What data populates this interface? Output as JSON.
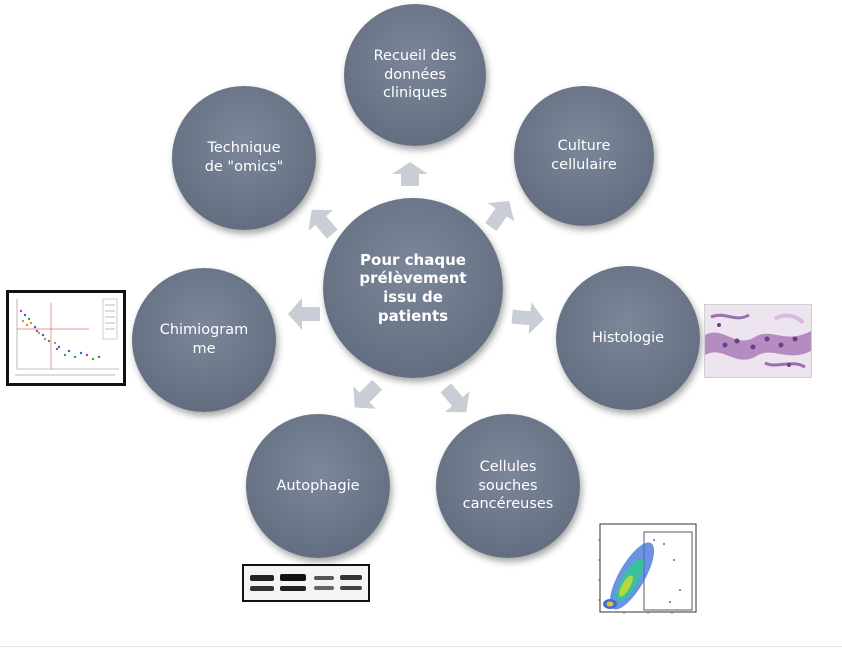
{
  "diagram": {
    "center": {
      "label": "Pour chaque\nprélèvement\nissu de\npatients"
    },
    "nodes": [
      {
        "id": "recueil",
        "label": "Recueil des\ndonnées\ncliniques"
      },
      {
        "id": "culture",
        "label": "Culture\ncellulaire"
      },
      {
        "id": "histologie",
        "label": "Histologie"
      },
      {
        "id": "cellules",
        "label": "Cellules\nsouches\ncancéreuses"
      },
      {
        "id": "autophagie",
        "label": "Autophagie"
      },
      {
        "id": "chimiogramme",
        "label": "Chimiogram\nme"
      },
      {
        "id": "omics",
        "label": "Technique\nde \"omics\""
      }
    ]
  },
  "colors": {
    "node_fill": "#6f7a8c",
    "arrow_fill": "#c9ced6",
    "text": "#ffffff"
  },
  "images": [
    {
      "id": "histology-micrograph",
      "icon": "histology-image"
    },
    {
      "id": "flow-cytometry-plot",
      "icon": "scatter-plot-image"
    },
    {
      "id": "western-blot",
      "icon": "blot-image"
    },
    {
      "id": "chemogram-chart",
      "icon": "chart-image"
    }
  ]
}
